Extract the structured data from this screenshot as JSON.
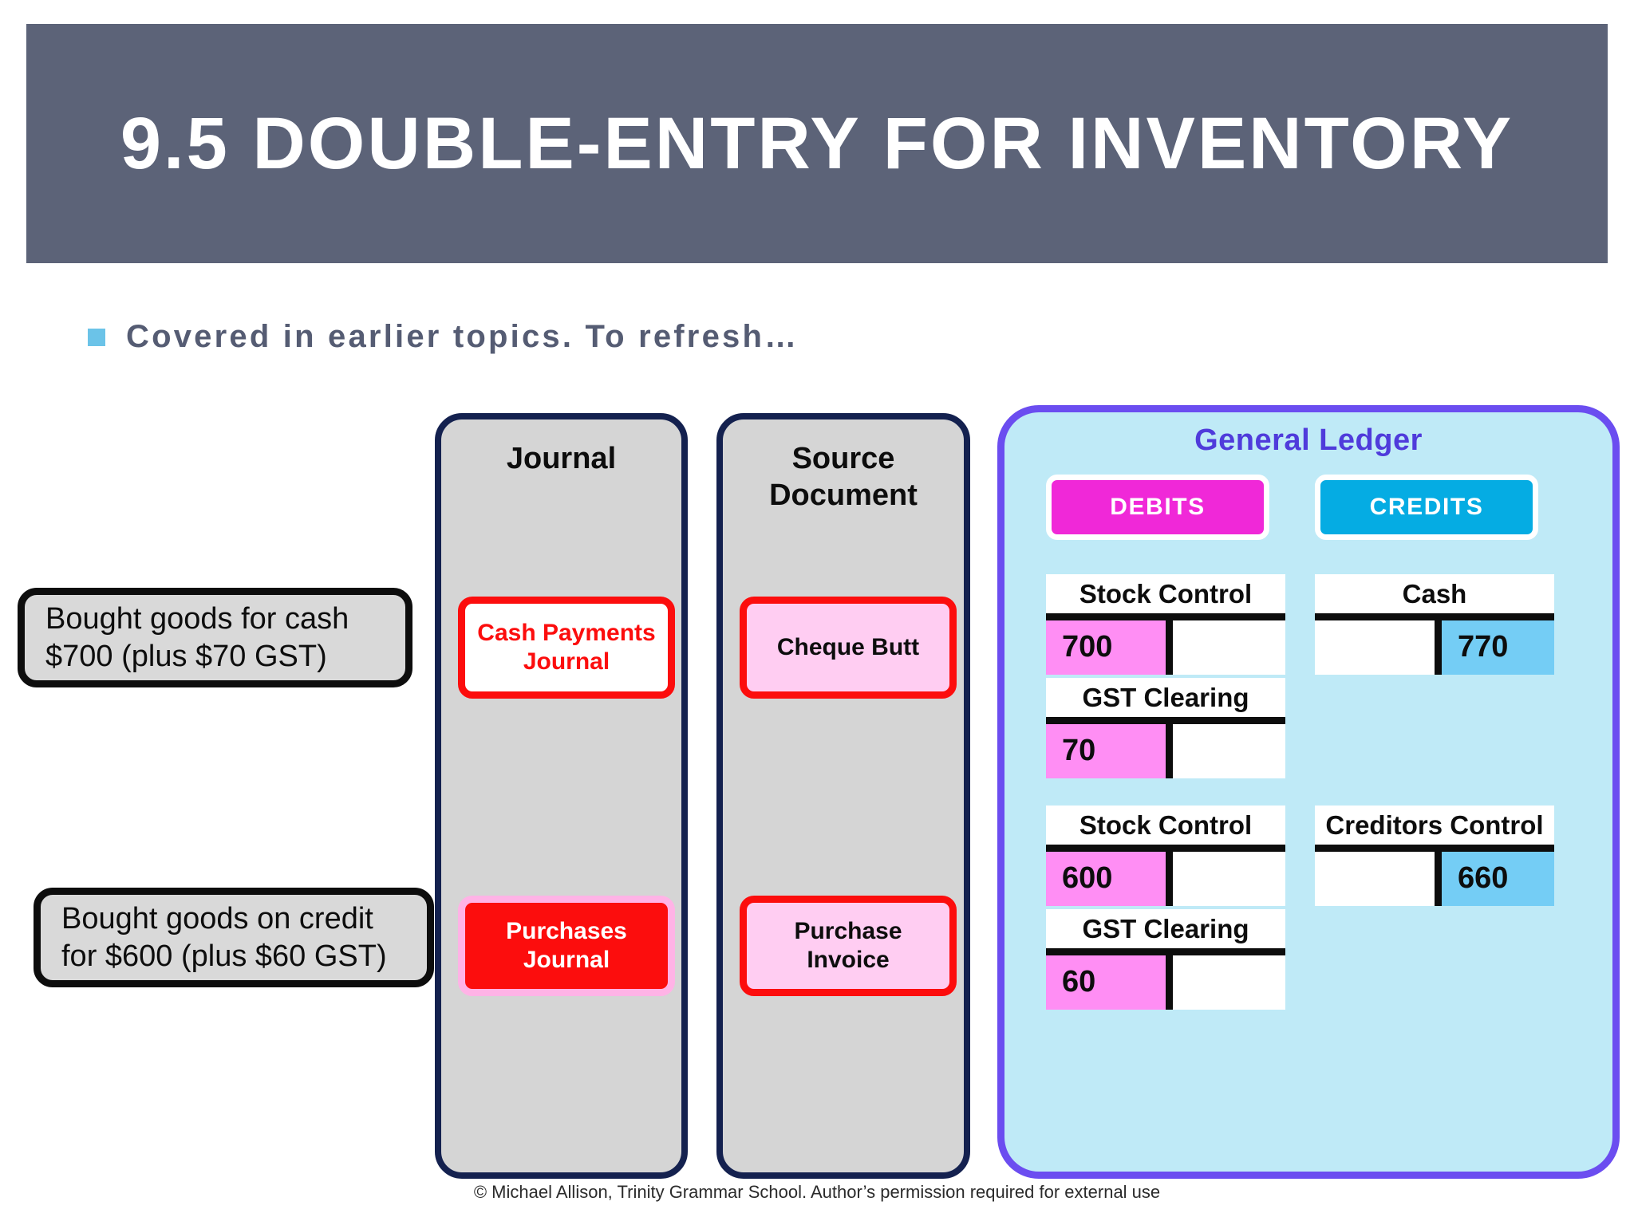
{
  "slide": {
    "title": "9.5 Double-Entry for Inventory",
    "subtitle": "Covered in earlier topics. To refresh…",
    "footer": "© Michael Allison, Trinity Grammar School. Author’s permission required for external use"
  },
  "colors": {
    "title_bar": "#5C6378",
    "bullet": "#6BC3E8",
    "panel_border_navy": "#14214F",
    "panel_fill_grey": "#D5D5D5",
    "ledger_border": "#6B4DF0",
    "ledger_fill": "#BFEAF7",
    "ledger_title": "#4F3BDB",
    "debits": "#F028D8",
    "credits": "#05ACE3",
    "debit_cell": "#FF8EF4",
    "credit_cell": "#74CDF5",
    "red": "#FC0D0D",
    "pink": "#FFCDF2"
  },
  "transactions": [
    {
      "line1": "Bought goods for cash",
      "line2": "$700 (plus $70 GST)"
    },
    {
      "line1": "Bought goods on credit",
      "line2": "for $600 (plus $60 GST)"
    }
  ],
  "columns": {
    "journal": {
      "heading": "Journal",
      "chips": [
        {
          "line1": "Cash Payments",
          "line2": "Journal"
        },
        {
          "line1": "Purchases",
          "line2": "Journal"
        }
      ]
    },
    "source": {
      "heading_line1": "Source",
      "heading_line2": "Document",
      "chips": [
        {
          "line1": "Cheque Butt",
          "line2": ""
        },
        {
          "line1": "Purchase",
          "line2": "Invoice"
        }
      ]
    }
  },
  "ledger": {
    "title": "General Ledger",
    "debits_label": "DEBITS",
    "credits_label": "CREDITS",
    "accounts": [
      {
        "name": "Stock Control",
        "side": "debit",
        "amount": "700"
      },
      {
        "name": "GST Clearing",
        "side": "debit",
        "amount": "70"
      },
      {
        "name": "Stock Control",
        "side": "debit",
        "amount": "600"
      },
      {
        "name": "GST Clearing",
        "side": "debit",
        "amount": "60"
      },
      {
        "name": "Cash",
        "side": "credit",
        "amount": "770"
      },
      {
        "name": "Creditors Control",
        "side": "credit",
        "amount": "660"
      }
    ]
  }
}
